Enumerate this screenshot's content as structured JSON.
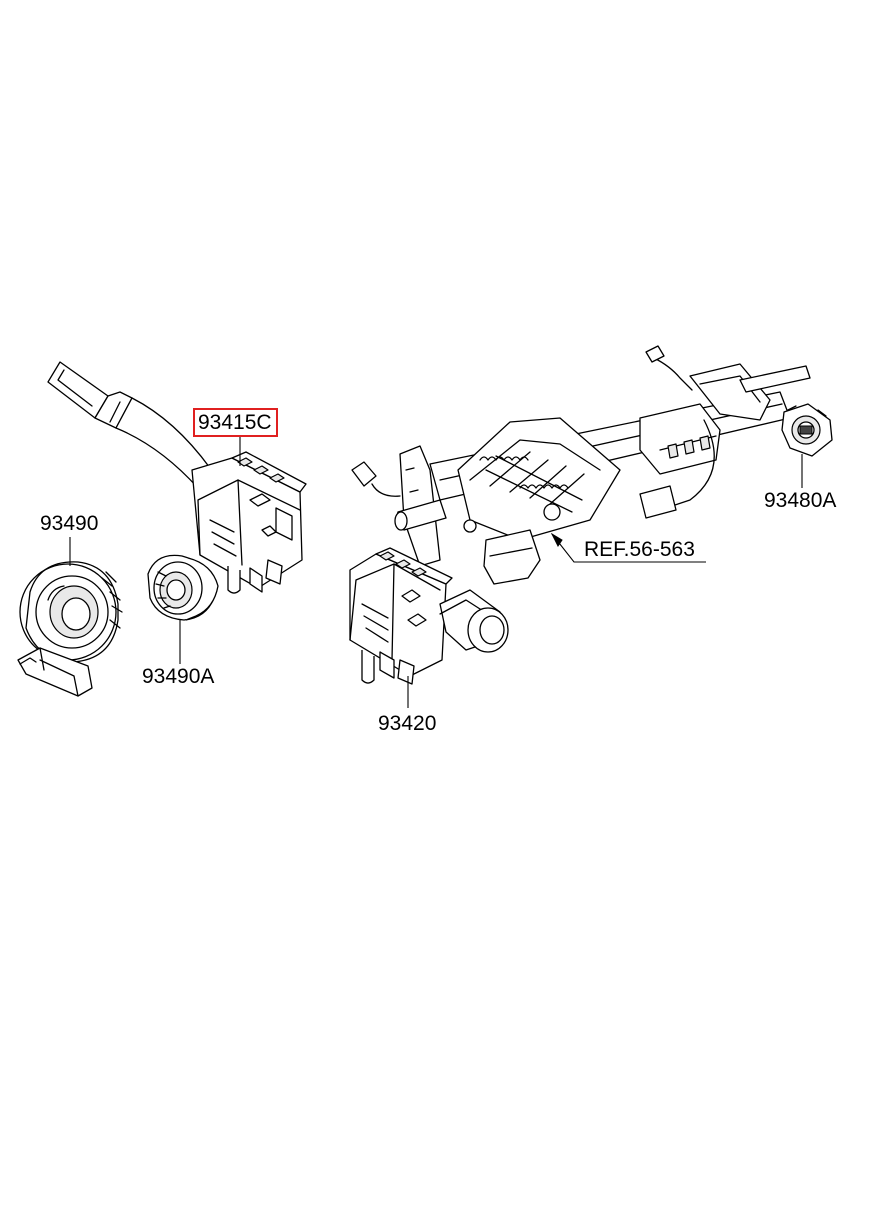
{
  "parts": [
    {
      "id": "p1",
      "number": "93415C",
      "highlighted": true
    },
    {
      "id": "p2",
      "number": "93490",
      "highlighted": false
    },
    {
      "id": "p3",
      "number": "93490A",
      "highlighted": false
    },
    {
      "id": "p4",
      "number": "93480A",
      "highlighted": false
    },
    {
      "id": "p5",
      "number": "93420",
      "highlighted": false
    }
  ],
  "reference": {
    "label": "REF.56-563"
  },
  "colors": {
    "highlight_border": "#e02020",
    "line": "#000000",
    "background": "#ffffff"
  }
}
